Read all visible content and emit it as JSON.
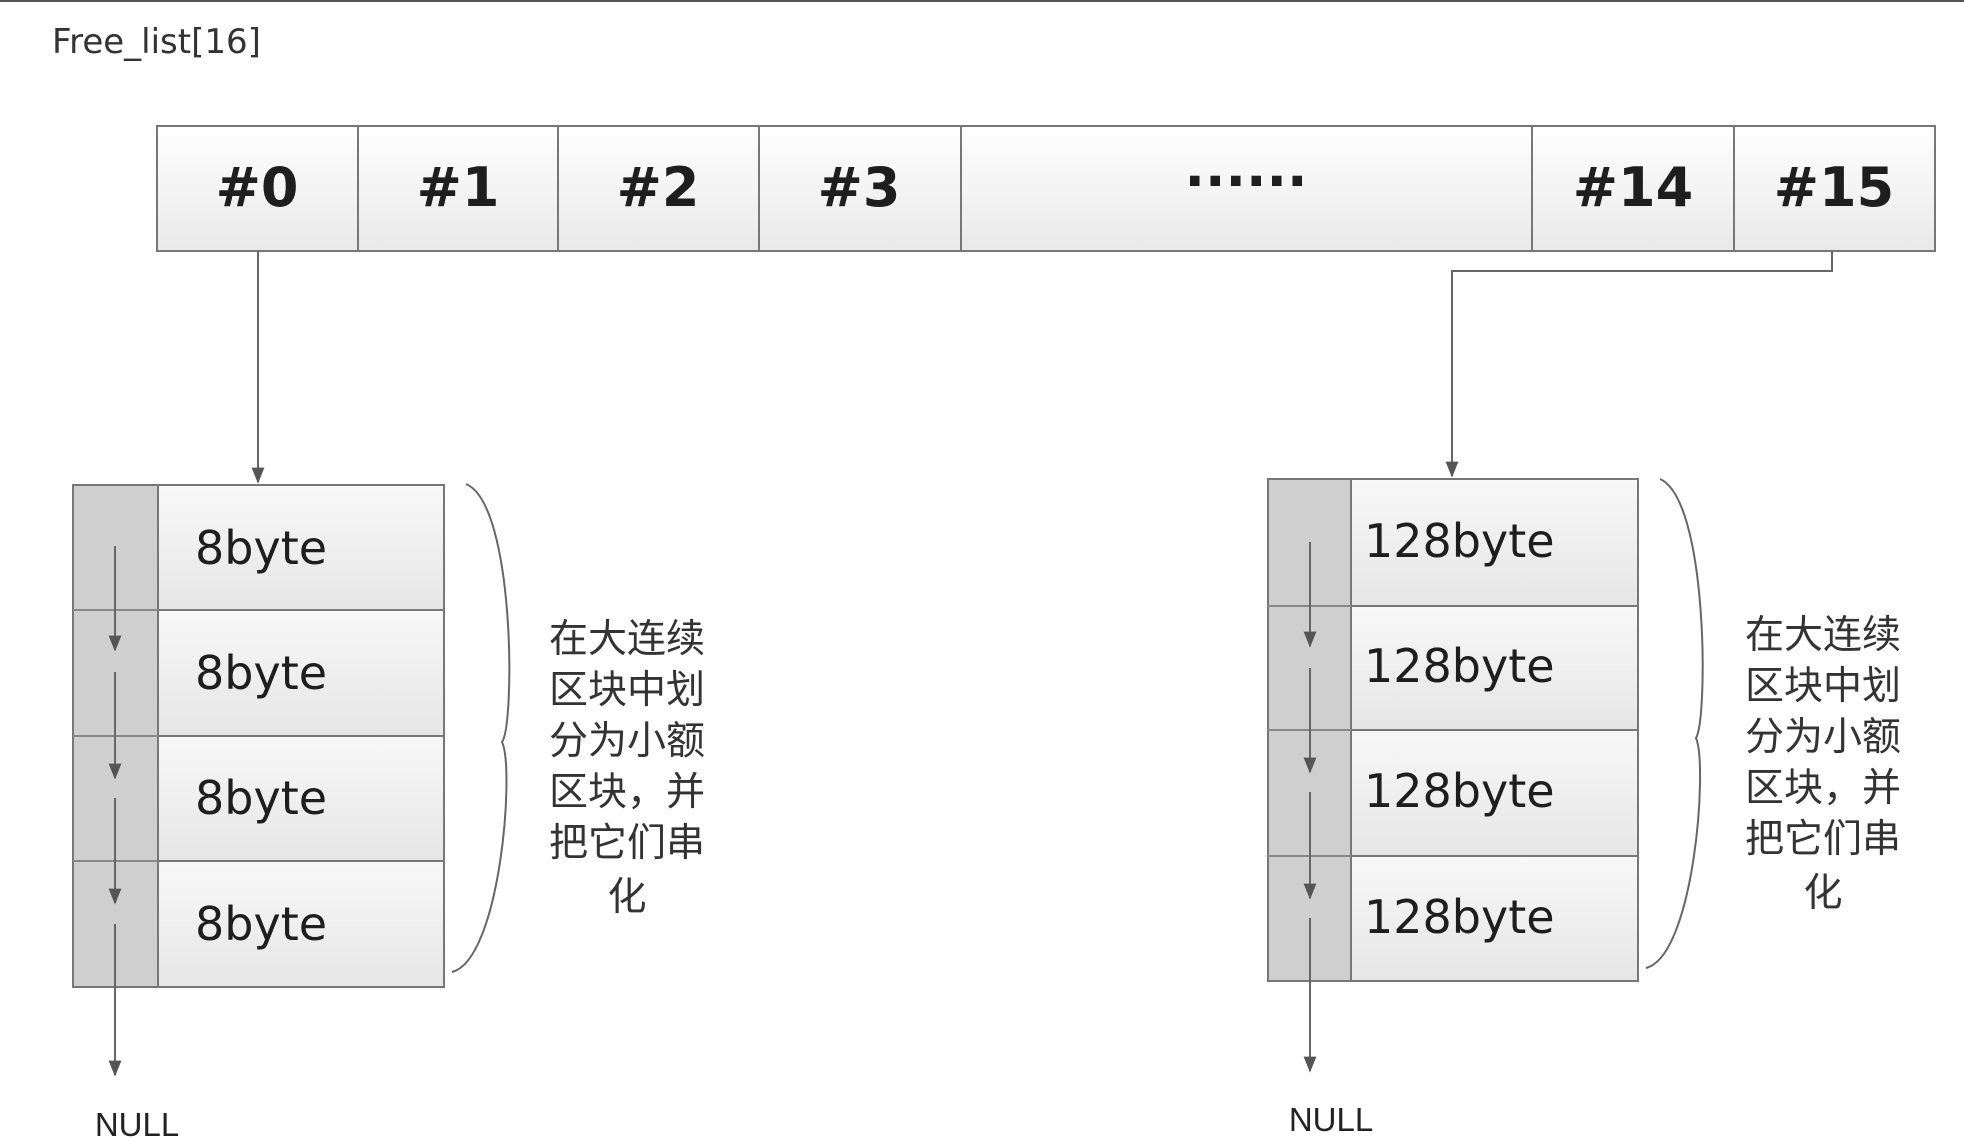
{
  "title": "Free_list[16]",
  "slots": [
    "#0",
    "#1",
    "#2",
    "#3",
    "······",
    "#14",
    "#15"
  ],
  "left_blocks": [
    "8byte",
    "8byte",
    "8byte",
    "8byte"
  ],
  "right_blocks": [
    "128byte",
    "128byte",
    "128byte",
    "128byte"
  ],
  "null_label": "NULL",
  "note_lines": [
    "在大连续",
    "区块中划",
    "分为小额",
    "区块，并",
    "把它们串",
    "化"
  ],
  "colors": {
    "cell_light": "#f3f3f3",
    "cell_gray": "#cfcfcf",
    "line": "#666666"
  }
}
